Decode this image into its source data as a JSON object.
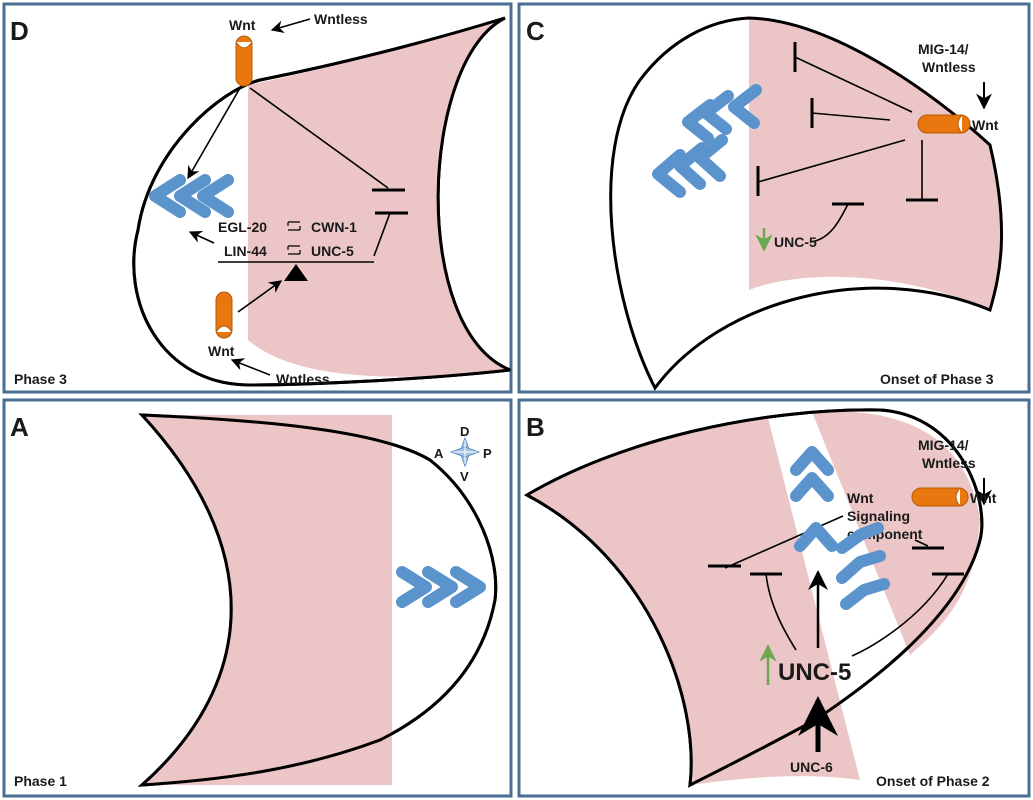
{
  "panels": {
    "D": {
      "letter": "D",
      "phase": "Phase 3",
      "wnt_top": "Wnt",
      "wntless_top": "Wntless",
      "wnt_bottom": "Wnt",
      "wntless_bottom": "Wntless",
      "egl20": "EGL-20",
      "cwn1": "CWN-1",
      "lin44": "LIN-44",
      "unc5": "UNC-5"
    },
    "C": {
      "letter": "C",
      "phase": "Onset of Phase 3",
      "mig14": "MIG-14/",
      "wntless": "Wntless",
      "wnt": "Wnt",
      "unc5": "UNC-5"
    },
    "A": {
      "letter": "A",
      "phase": "Phase 1",
      "compass": {
        "d": "D",
        "a": "A",
        "p": "P",
        "v": "V"
      }
    },
    "B": {
      "letter": "B",
      "phase": "Onset of Phase 2",
      "mig14": "MIG-14/",
      "wntless": "Wntless",
      "wnt": "Wnt",
      "sig1": "Wnt",
      "sig2": "Signaling",
      "sig3": "component",
      "unc5": "UNC-5",
      "unc6": "UNC-6"
    }
  },
  "colors": {
    "cell_fill": "#ecc6c6",
    "chevron": "#5b93cc",
    "wnt": "#e8770f",
    "up_arrow": "#6aa84f",
    "border": "#4a6f93"
  }
}
